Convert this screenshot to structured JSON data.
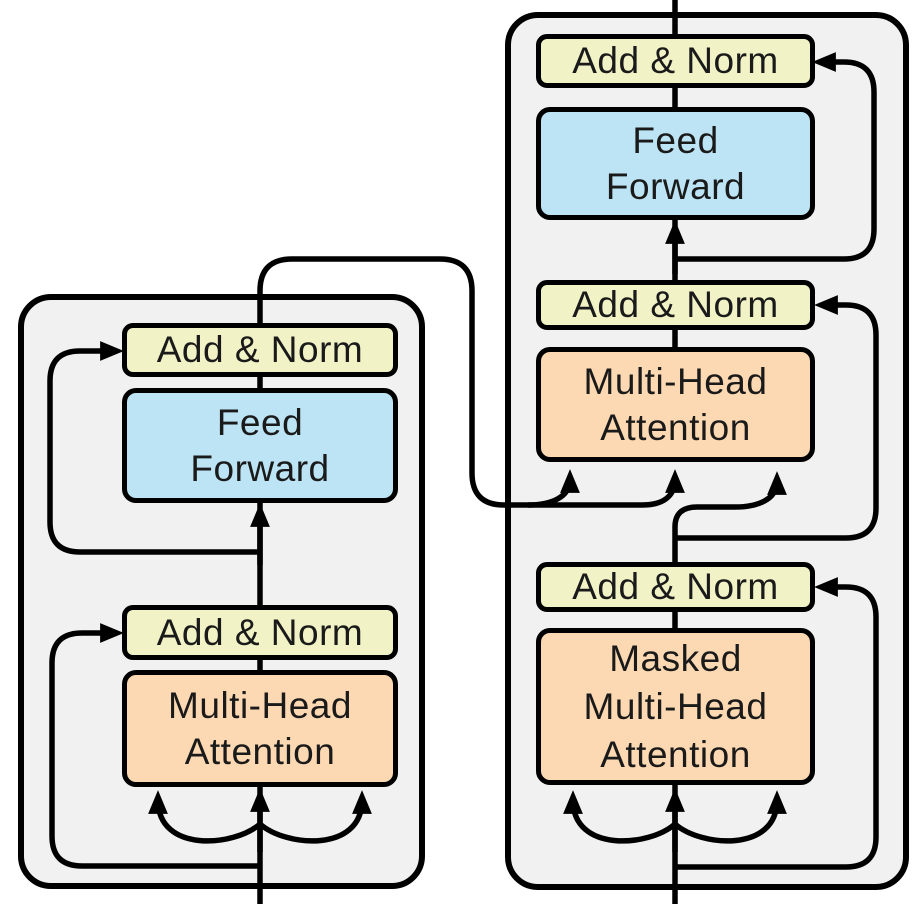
{
  "colors": {
    "background": "#ffffff",
    "container_fill": "#f1f1f1",
    "outline": "#000000",
    "add_norm_fill": "#f1f2c5",
    "feed_forward_fill": "#bce4f4",
    "attention_fill": "#fcd9b2",
    "text": "#1a1a1a"
  },
  "encoder": {
    "add_norm_output": {
      "label": "Add & Norm"
    },
    "feed_forward": {
      "line1": "Feed",
      "line2": "Forward"
    },
    "add_norm_attention": {
      "label": "Add & Norm"
    },
    "multi_head_attention": {
      "line1": "Multi-Head",
      "line2": "Attention"
    }
  },
  "decoder": {
    "add_norm_output": {
      "label": "Add & Norm"
    },
    "feed_forward": {
      "line1": "Feed",
      "line2": "Forward"
    },
    "add_norm_cross_attention": {
      "label": "Add & Norm"
    },
    "multi_head_attention": {
      "line1": "Multi-Head",
      "line2": "Attention"
    },
    "add_norm_self_attention": {
      "label": "Add & Norm"
    },
    "masked_multi_head_attention": {
      "line1": "Masked",
      "line2": "Multi-Head",
      "line3": "Attention"
    }
  }
}
